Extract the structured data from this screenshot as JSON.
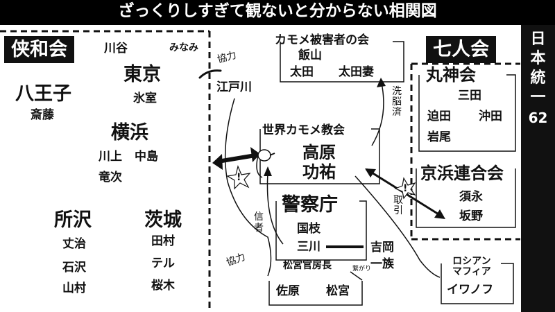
{
  "title": "ざっくりしすぎて観ないと分からない相関図",
  "side_badge": {
    "chars": [
      "日",
      "本",
      "統",
      "一"
    ],
    "number": "62"
  },
  "kyowakai": {
    "name": "侠和会",
    "members": {
      "kawatani": "川谷",
      "minami": "みなみ",
      "hachioji": "八王子",
      "saito": "斎藤",
      "tokyo": "東京",
      "himuro": "氷室",
      "yokohama": "横浜",
      "kawakami": "川上",
      "nakajima": "中島",
      "ryuji": "竜次",
      "tokorozawa": "所沢",
      "joji": "丈治",
      "ishizawa": "石沢",
      "yamamura": "山村",
      "ibaraki": "茨城",
      "tamura": "田村",
      "teru": "テル",
      "sakuragi": "桜木"
    }
  },
  "kamome_victims": {
    "title": "カモメ被害者の会",
    "members": [
      "飯山",
      "太田",
      "太田妻"
    ]
  },
  "edogawa": "江戸川",
  "church": {
    "title": "世界カモメ教会",
    "members": [
      "高原",
      "功祐"
    ]
  },
  "police": {
    "title": "警察庁",
    "members": [
      "国枝",
      "三川",
      "松宮官房長"
    ],
    "bottom": [
      "佐原",
      "松宮"
    ]
  },
  "yoshioka": "吉岡\n一族",
  "shichinin": {
    "name": "七人会",
    "marujin": {
      "title": "丸神会",
      "members": [
        "三田",
        "迫田",
        "沖田",
        "岩尾"
      ]
    },
    "keihin": {
      "title": "京浜連合会",
      "members": [
        "須永",
        "坂野"
      ]
    }
  },
  "russia": {
    "title": "ロシアン\nマフィア",
    "member": "イワノフ"
  },
  "annotations": {
    "kyoryoku_top": "協力",
    "kyoryoku_left": "協力",
    "shinja": "信者",
    "senno": "洗脳済",
    "torihiki": "取引",
    "tsunagari": "繋がり",
    "excl1": "!",
    "excl2": "!"
  }
}
